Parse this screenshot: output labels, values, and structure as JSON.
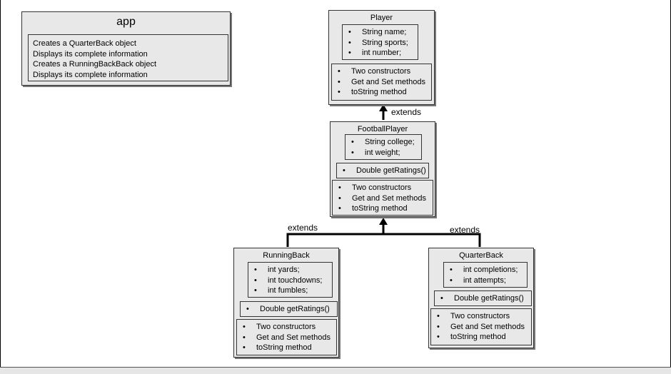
{
  "app": {
    "title": "app",
    "lines": [
      "Creates a QuarterBack object",
      "Displays its complete information",
      "Creates a RunningBackBack object",
      "Displays its complete information"
    ]
  },
  "player": {
    "title": "Player",
    "fields": [
      "String name;",
      "String sports;",
      "int number;"
    ],
    "methods": [
      "Two constructors",
      "Get and Set methods",
      "toString method"
    ]
  },
  "football_player": {
    "title": "FootballPlayer",
    "fields": [
      "String college;",
      "int weight;"
    ],
    "abstract_methods": [
      "Double getRatings()"
    ],
    "methods": [
      "Two constructors",
      "Get and Set methods",
      "toString method"
    ]
  },
  "running_back": {
    "title": "RunningBack",
    "fields": [
      "int yards;",
      "int touchdowns;",
      "int fumbles;"
    ],
    "abstract_methods": [
      "Double getRatings()"
    ],
    "methods": [
      "Two constructors",
      "Get and Set methods",
      "toString method"
    ]
  },
  "quarter_back": {
    "title": "QuarterBack",
    "fields": [
      "int completions;",
      "int attempts;"
    ],
    "abstract_methods": [
      "Double getRatings()"
    ],
    "methods": [
      "Two constructors",
      "Get and Set methods",
      "toString method"
    ]
  },
  "relations": {
    "footballplayer_to_player": "extends",
    "runningback_to_footballplayer": "extends",
    "quarterback_to_footballplayer": "extends"
  }
}
